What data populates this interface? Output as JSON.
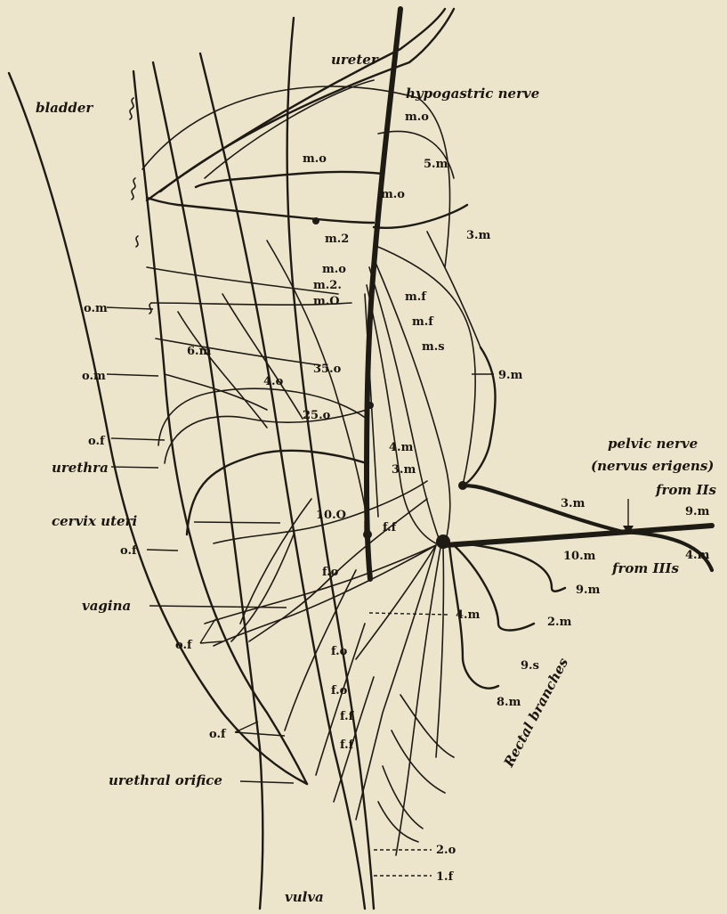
{
  "labels": {
    "ureter": "ureter",
    "hypogastric_nerve": "hypogastric nerve",
    "bladder": "bladder",
    "urethra": "urethra",
    "cervix_uteri": "cervix uteri",
    "vagina": "vagina",
    "urethral_orifice": "urethral orifice",
    "vulva": "vulva",
    "pelvic_nerve": "pelvic nerve",
    "nervus_erigens": "(nervus erigens)",
    "from_IIs": "from IIs",
    "from_IIIs": "from IIIs",
    "rectal_branches": "Rectal branches"
  },
  "codes": {
    "mo_a": "m.o",
    "fivem": "5.m",
    "mo_b": "m.o",
    "mo_c": "m.o",
    "m2_a": "m.2",
    "threem_a": "3.m",
    "mo_d": "m.o",
    "m2_b": "m.2.",
    "mo_e": "m.O",
    "mf_a": "m.f",
    "mf_b": "m.f",
    "ms": "m.s",
    "om_a": "o.m",
    "sixm": "6.m",
    "om_b": "o.m",
    "thirtyfiveo": "35.o",
    "fouro": "4.o",
    "ninem_a": "9.m",
    "twentyfiveo": "25.o",
    "of_a": "o.f",
    "fourm_a": "4.m",
    "threem_b": "3.m",
    "threem_c": "3.m",
    "ninem_b": "9.m",
    "of_b": "o.f",
    "tenO": "10.O",
    "ff_a": "f.f",
    "tenm": "10.m",
    "fouro_m": "4.m",
    "fo_a": "f.o",
    "ninem_c": "9.m",
    "fourm_b": "4.m",
    "twom": "2.m",
    "of_c": "o.f",
    "fo_b": "f.o",
    "ninems": "9.s",
    "fo_c": "f.o",
    "eightm": "8.m",
    "ff_b": "f.f",
    "ff_c": "f.f",
    "of_d": "o.f",
    "twoo": "2.o",
    "onef": "1.f"
  }
}
